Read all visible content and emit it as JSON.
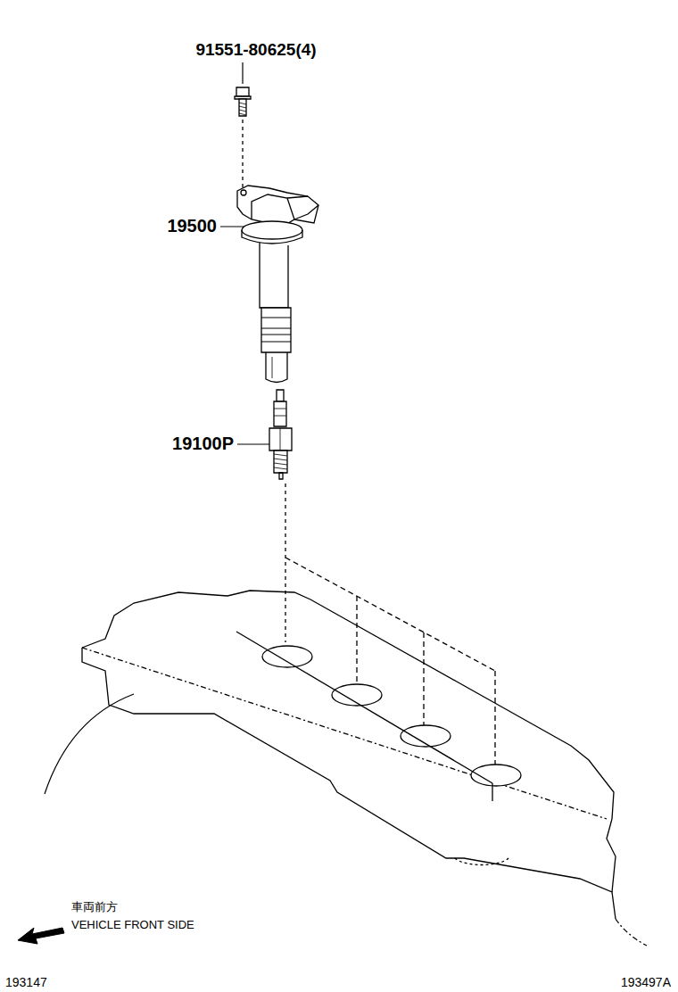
{
  "diagram": {
    "labels": [
      "91551-80625(4)",
      "19500",
      "19100P",
      "車両前方",
      "VEHICLE FRONT SIDE",
      "193147",
      "193497A"
    ]
  }
}
